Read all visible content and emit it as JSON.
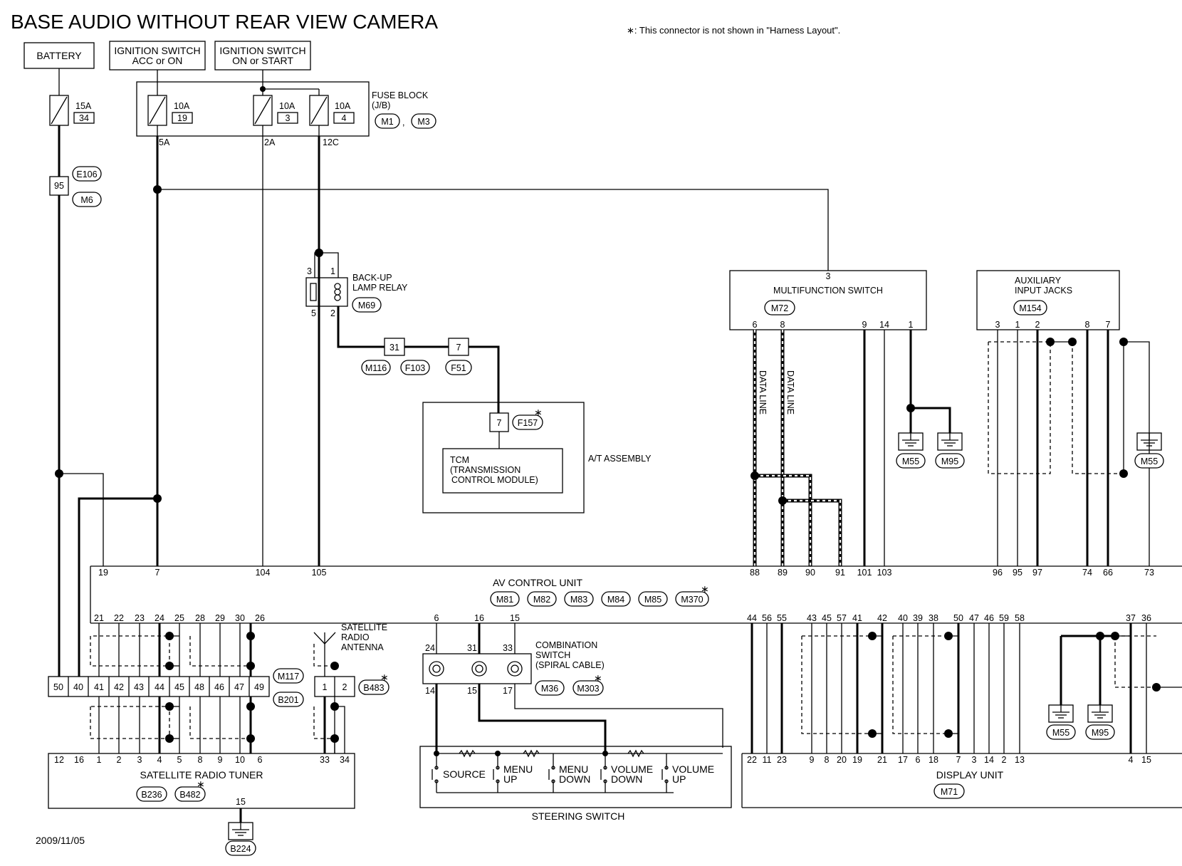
{
  "title": "BASE AUDIO WITHOUT REAR VIEW CAMERA",
  "note": "∗: This connector is not shown in \"Harness Layout\".",
  "date": "2009/11/05",
  "power_sources": {
    "battery": "BATTERY",
    "ign_acc_1": "IGNITION SWITCH",
    "ign_acc_2": "ACC or ON",
    "ign_start_1": "IGNITION SWITCH",
    "ign_start_2": "ON or START"
  },
  "fuses": {
    "f34_amp": "15A",
    "f34_num": "34",
    "f19_amp": "10A",
    "f19_num": "19",
    "f3_amp": "10A",
    "f3_num": "3",
    "f4_amp": "10A",
    "f4_num": "4"
  },
  "fuse_block": {
    "label1": "FUSE BLOCK",
    "label2": "(J/B)",
    "conn1": "M1",
    "conn2": "M3",
    "pin_5a": "5A",
    "pin_2a": "2A",
    "pin_12c": "12C"
  },
  "joint": {
    "pin": "95",
    "conn1": "E106",
    "conn2": "M6"
  },
  "relay": {
    "label1": "BACK-UP",
    "label2": "LAMP RELAY",
    "conn": "M69",
    "p3": "3",
    "p1": "1",
    "p5": "5",
    "p2": "2"
  },
  "inline": {
    "pin31": "31",
    "pin7": "7",
    "conn_m116": "M116",
    "conn_f103": "F103",
    "conn_f51": "F51"
  },
  "at_assembly": {
    "label": "A/T ASSEMBLY",
    "pin": "7",
    "conn": "F157",
    "tcm1": "TCM",
    "tcm2": "(TRANSMISSION",
    "tcm3": "CONTROL MODULE)"
  },
  "multifunction_switch": {
    "label": "MULTIFUNCTION SWITCH",
    "conn": "M72",
    "top_pin": "3",
    "pins": [
      "6",
      "8",
      "9",
      "14",
      "1"
    ],
    "data_line_1": "DATA LINE",
    "data_line_2": "DATA LINE",
    "grounds": [
      "M55",
      "M95"
    ]
  },
  "aux_jacks": {
    "label1": "AUXILIARY",
    "label2": "INPUT JACKS",
    "conn": "M154",
    "pins": [
      "3",
      "1",
      "2",
      "8",
      "7"
    ],
    "ground": "M55"
  },
  "av_control_unit": {
    "label": "AV CONTROL UNIT",
    "conns": [
      "M81",
      "M82",
      "M83",
      "M84",
      "M85",
      "M370"
    ],
    "top_pins_left": [
      "19",
      "7",
      "104",
      "105"
    ],
    "top_pins_mid": [
      "88",
      "89",
      "90",
      "91",
      "101",
      "103"
    ],
    "top_pins_right": [
      "96",
      "95",
      "97",
      "74",
      "66",
      "73"
    ],
    "bottom_pins_left": [
      "21",
      "22",
      "23",
      "24",
      "25",
      "28",
      "29",
      "30",
      "26"
    ],
    "bottom_pins_mid": [
      "6",
      "16",
      "15"
    ],
    "bottom_pins_right": [
      "44",
      "56",
      "55",
      "43",
      "45",
      "57",
      "41",
      "42",
      "40",
      "39",
      "38",
      "50",
      "47",
      "46",
      "59",
      "58",
      "37",
      "36"
    ]
  },
  "tuner_connector": {
    "pins": [
      "50",
      "40",
      "41",
      "42",
      "43",
      "44",
      "45",
      "48",
      "46",
      "47",
      "49"
    ],
    "conn1": "M117",
    "conn2": "B201"
  },
  "antenna": {
    "label1": "SATELLITE",
    "label2": "RADIO",
    "label3": "ANTENNA",
    "pins": [
      "1",
      "2"
    ],
    "conn": "B483",
    "tuner_pins": [
      "33",
      "34"
    ]
  },
  "satellite_radio_tuner": {
    "label": "SATELLITE RADIO TUNER",
    "pins": [
      "12",
      "16",
      "1",
      "2",
      "3",
      "4",
      "5",
      "8",
      "9",
      "10",
      "6"
    ],
    "conn1": "B236",
    "conn2": "B482",
    "ground_pin": "15",
    "ground_conn": "B224"
  },
  "combination_switch": {
    "label1": "COMBINATION",
    "label2": "SWITCH",
    "label3": "(SPIRAL CABLE)",
    "top_pins": [
      "24",
      "31",
      "33"
    ],
    "bottom_pins": [
      "14",
      "15",
      "17"
    ],
    "conn1": "M36",
    "conn2": "M303"
  },
  "steering_switch": {
    "label": "STEERING SWITCH",
    "buttons": [
      {
        "l1": "SOURCE",
        "l2": ""
      },
      {
        "l1": "MENU",
        "l2": "UP"
      },
      {
        "l1": "MENU",
        "l2": "DOWN"
      },
      {
        "l1": "VOLUME",
        "l2": "DOWN"
      },
      {
        "l1": "VOLUME",
        "l2": "UP"
      }
    ]
  },
  "display_unit": {
    "label": "DISPLAY UNIT",
    "conn": "M71",
    "pins": [
      "22",
      "11",
      "23",
      "9",
      "8",
      "20",
      "19",
      "21",
      "17",
      "6",
      "18",
      "7",
      "3",
      "14",
      "2",
      "13",
      "4",
      "15"
    ],
    "grounds": [
      "M55",
      "M95"
    ]
  },
  "star": "∗"
}
